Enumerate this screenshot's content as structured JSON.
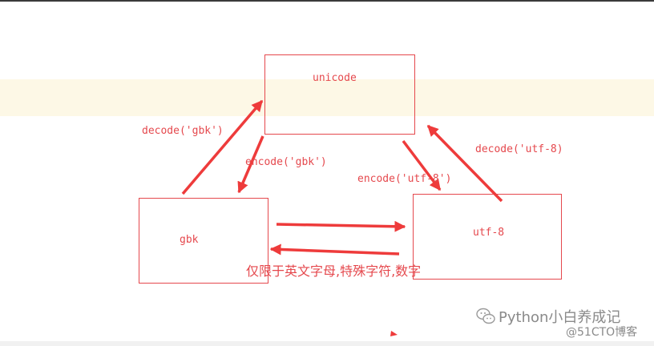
{
  "diagram": {
    "nodes": {
      "unicode": "unicode",
      "gbk": "gbk",
      "utf8": "utf-8"
    },
    "edges": {
      "decode_gbk": "decode('gbk')",
      "encode_gbk": "encode('gbk')",
      "encode_utf8": "encode('utf-8')",
      "decode_utf8": "decode('utf-8)"
    },
    "note": "仅限于英文字母,特殊字符,数字"
  },
  "watermark": {
    "title": "Python小白养成记",
    "blog": "@51CTO博客",
    "icon": "wechat-icon"
  },
  "colors": {
    "accent": "#e5484d",
    "highlight": "#fdf8e6"
  }
}
